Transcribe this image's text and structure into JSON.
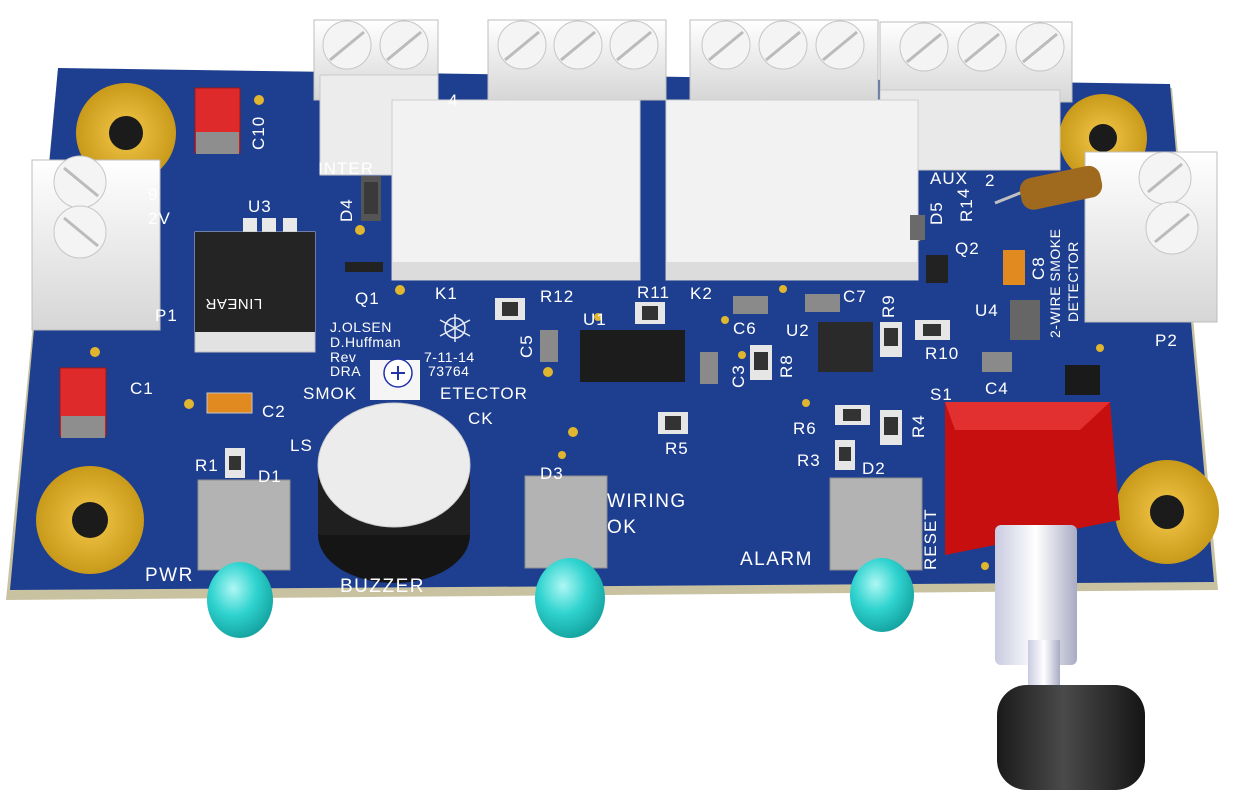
{
  "board": {
    "pcb_color": "#1e3f8f",
    "silkscreen_color": "#ffffff",
    "led_color": "#2fd3cf",
    "button_color": "#c80f0f"
  },
  "silkscreen": {
    "designer_1": "J.OLSEN",
    "designer_2": "D.Huffman",
    "revision": "Rev",
    "date_fragment": "7-11-14",
    "drawing_prefix": "DRA",
    "drawing_number": "73764",
    "title_line_1_left": "SMOK",
    "title_line_1_right": "ETECTOR",
    "title_line_2_right": "CK",
    "inter_label": "INTER",
    "aux_label": "AUX",
    "aux_number": "4",
    "terminal_right_number": "2",
    "two_wire_line_1": "2-WIRE SMOKE",
    "two_wire_line_2": "DETECTOR",
    "terminal_left_number_top": "9",
    "terminal_left_label": "2V",
    "terminal_top_number": "4",
    "pwr": "PWR",
    "buzzer": "BUZZER",
    "wiring": "WIRING",
    "ok": "OK",
    "alarm": "ALARM",
    "reset": "RESET"
  },
  "designators": {
    "C10": "C10",
    "C1": "C1",
    "C2": "C2",
    "C4": "C4",
    "C5": "C5",
    "C6": "C6",
    "C7": "C7",
    "C8": "C8",
    "C3": "C3",
    "P1": "P1",
    "P2": "P2",
    "U1": "U1",
    "U2": "U2",
    "U3": "U3",
    "U4": "U4",
    "Q1": "Q1",
    "Q2": "Q2",
    "K1": "K1",
    "K2": "K2",
    "D1": "D1",
    "D2": "D2",
    "D3": "D3",
    "D4": "D4",
    "D5": "D5",
    "R1_top": "R1",
    "R1": "R1",
    "R3": "R3",
    "R4": "R4",
    "R5": "R5",
    "R6": "R6",
    "R8": "R8",
    "R9": "R9",
    "R10": "R10",
    "R11": "R11",
    "R12": "R12",
    "S1": "S1",
    "LS": "LS"
  },
  "chip_marking": "LINEAR"
}
